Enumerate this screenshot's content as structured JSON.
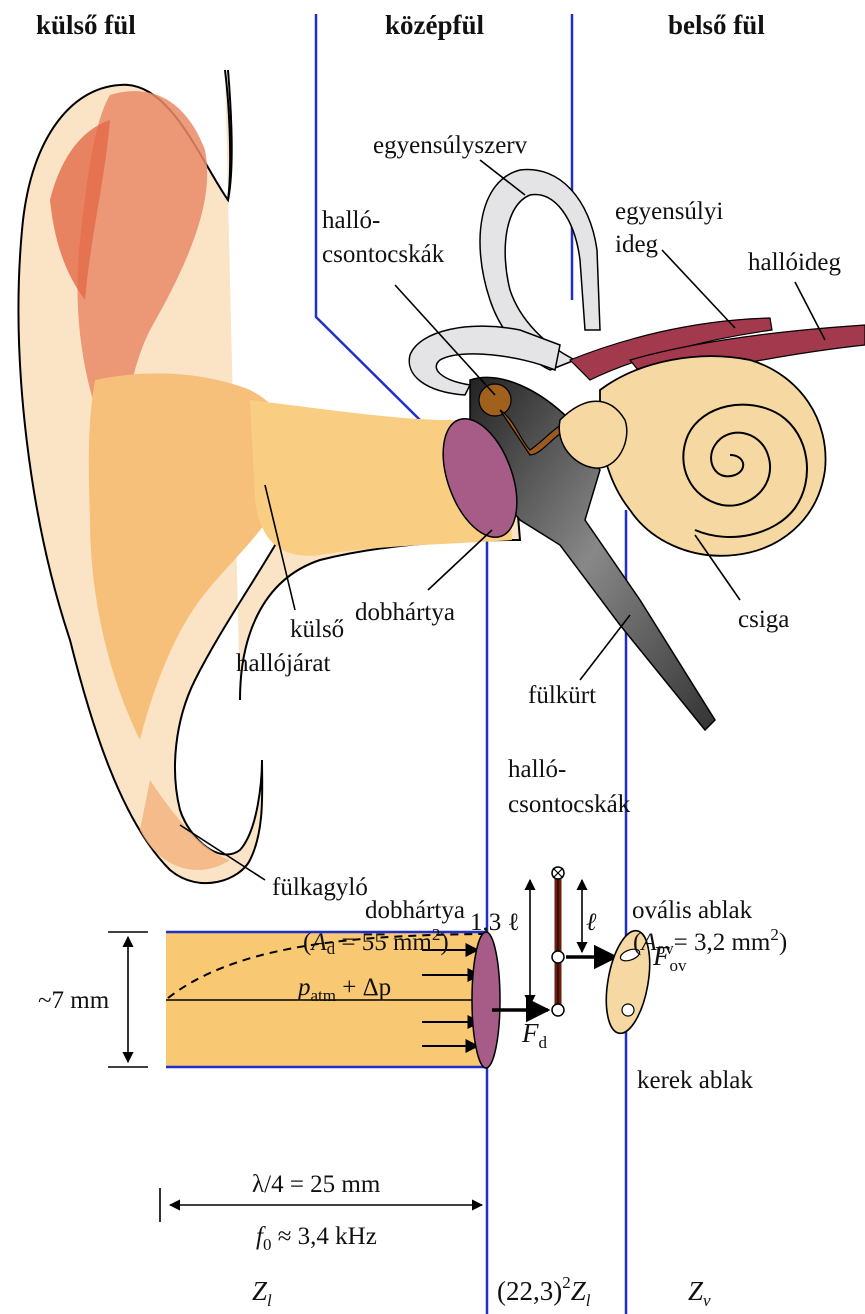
{
  "headers": {
    "outer": "külső fül",
    "middle": "középfül",
    "inner": "belső fül"
  },
  "anatomy": {
    "vestibular_organ": "egyensúlyszerv",
    "ossicles_line1": "halló-",
    "ossicles_line2": "csontocskák",
    "vestibular_nerve_line1": "egyensúlyi",
    "vestibular_nerve_line2": "ideg",
    "auditory_nerve": "hallóideg",
    "eardrum": "dobhártya",
    "ear_canal_line1": "külső",
    "ear_canal_line2": "hallójárat",
    "cochlea": "csiga",
    "eustachian_tube": "fülkürt",
    "auricle": "fülkagyló"
  },
  "model": {
    "ossicles_line1": "halló-",
    "ossicles_line2": "csontocskák",
    "eardrum": "dobhártya",
    "eardrum_area_sym": "A",
    "eardrum_area_sub": "d",
    "eardrum_area_val": " = 55 mm",
    "oval_window": "ovális ablak",
    "oval_area_sym": "A",
    "oval_area_sub": "ov",
    "oval_area_val": "= 3,2 mm",
    "round_window": "kerek ablak",
    "lever_long": "1,3 ℓ",
    "lever_short": "ℓ",
    "force_oval_sym": "F",
    "force_oval_sub": "ov",
    "force_drum_sym": "F",
    "force_drum_sub": "d",
    "diameter": "~7 mm",
    "pressure_sym": "p",
    "pressure_sub": "atm",
    "pressure_rest": " + Δp",
    "wavelength": "λ/4 = 25 mm",
    "freq_sym": "f",
    "freq_sub": "0",
    "freq_rest": " ≈ 3,4 kHz"
  },
  "impedances": {
    "left_sym": "Z",
    "left_sub": "l",
    "middle_pre": "(22,3)",
    "middle_exp": "2",
    "middle_sym": "Z",
    "middle_sub": "l",
    "right_sym": "Z",
    "right_sub": "v"
  },
  "colors": {
    "boundary_line": "#1f2fc8",
    "canal_fill": "#f9c873",
    "eardrum_fill": "#a65c86",
    "ossicle_bar": "#6b1e10",
    "oval_fill": "#f6d8a2"
  }
}
